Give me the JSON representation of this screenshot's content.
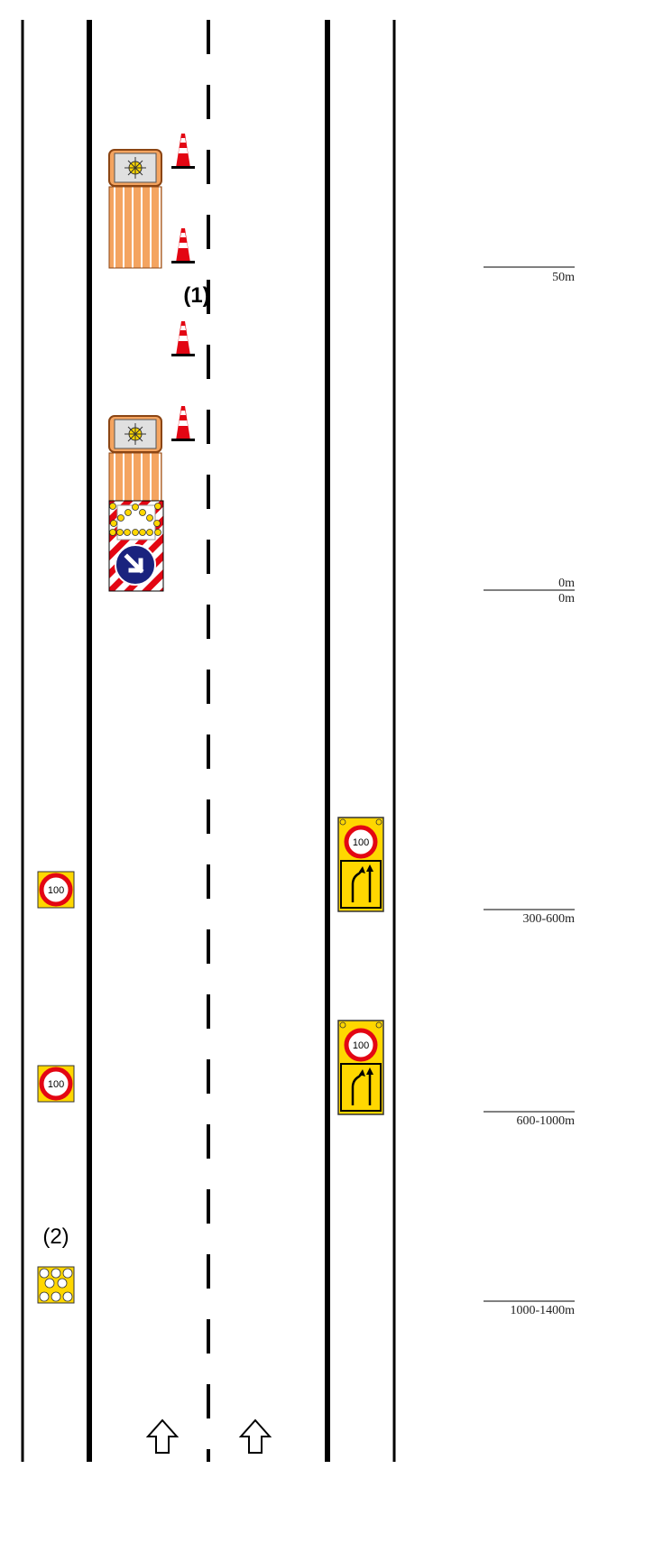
{
  "markers": {
    "m1": "(1)",
    "m2": "(2)"
  },
  "distances": {
    "d50": "50m",
    "d0a": "0m",
    "d0b": "0m",
    "d300": "300-600m",
    "d600": "600-1000m",
    "d1000": "1000-1400m"
  },
  "signs": {
    "speed_limit": "100"
  },
  "colors": {
    "sign_yellow": "#ffd700",
    "sign_red": "#e30613",
    "truck_orange": "#f4a460",
    "truck_stripe": "#ffffff",
    "cone_red": "#e30613",
    "keep_right_blue": "#1a237e",
    "lines": "#000000"
  },
  "icons": [
    "traffic-cone-icon",
    "warning-light-icon",
    "keep-right-arrow-icon",
    "lane-merge-arrow-icon",
    "lane-direction-arrow-icon",
    "flashing-light-board-icon",
    "speed-limit-sign-icon"
  ]
}
